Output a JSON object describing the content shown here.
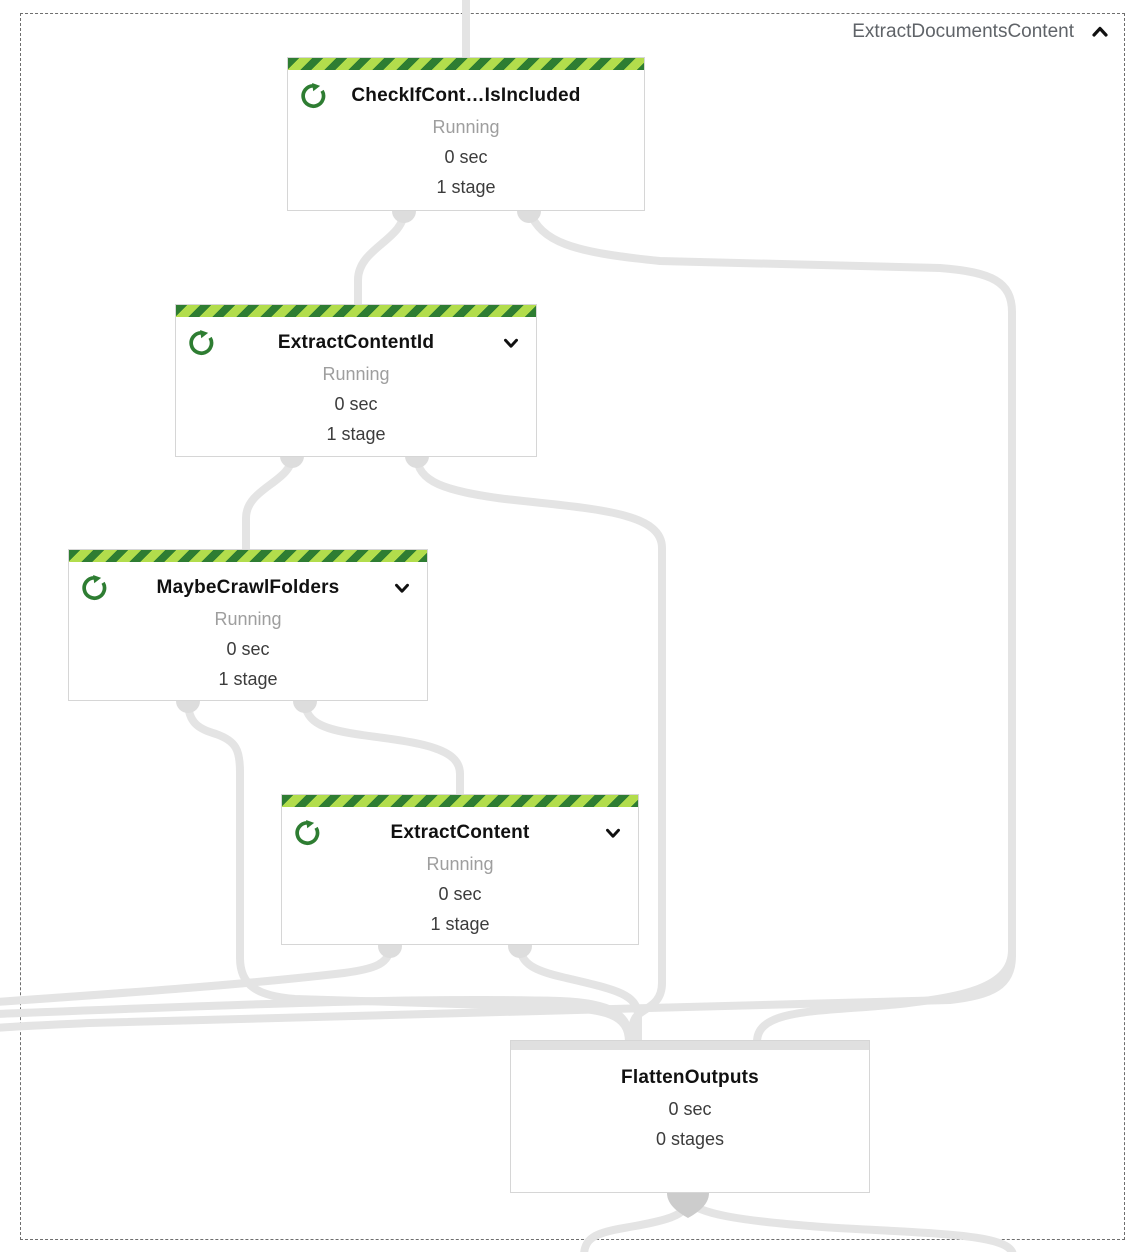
{
  "group": {
    "title": "ExtractDocumentsContent",
    "collapse_icon": "chevron-up-icon"
  },
  "nodes": [
    {
      "title": "CheckIfCont…IsIncluded",
      "status": "Running",
      "duration": "0 sec",
      "stages": "1 stage",
      "state": "running",
      "expandable": false
    },
    {
      "title": "ExtractContentId",
      "status": "Running",
      "duration": "0 sec",
      "stages": "1 stage",
      "state": "running",
      "expandable": true
    },
    {
      "title": "MaybeCrawlFolders",
      "status": "Running",
      "duration": "0 sec",
      "stages": "1 stage",
      "state": "running",
      "expandable": true
    },
    {
      "title": "ExtractContent",
      "status": "Running",
      "duration": "0 sec",
      "stages": "1 stage",
      "state": "running",
      "expandable": true
    },
    {
      "title": "FlattenOutputs",
      "status": "",
      "duration": "0 sec",
      "stages": "0 stages",
      "state": "idle",
      "expandable": false
    }
  ],
  "icons": {
    "spinner": "running-spinner-icon",
    "expand": "chevron-down-icon",
    "collapse": "chevron-up-icon"
  },
  "colors": {
    "stripe_dark_green": "#2e7d32",
    "stripe_light_green": "#b2dd4c",
    "spinner_green": "#2e7d32",
    "edge_gray": "#e4e4e4",
    "bump_gray": "#dddddd",
    "funnel_gray": "#cccccc",
    "idle_header_gray": "#e0e0e0",
    "status_text_gray": "#9e9e9e",
    "group_title_gray": "#5f6368",
    "border_dash_gray": "#6e6e6e"
  }
}
